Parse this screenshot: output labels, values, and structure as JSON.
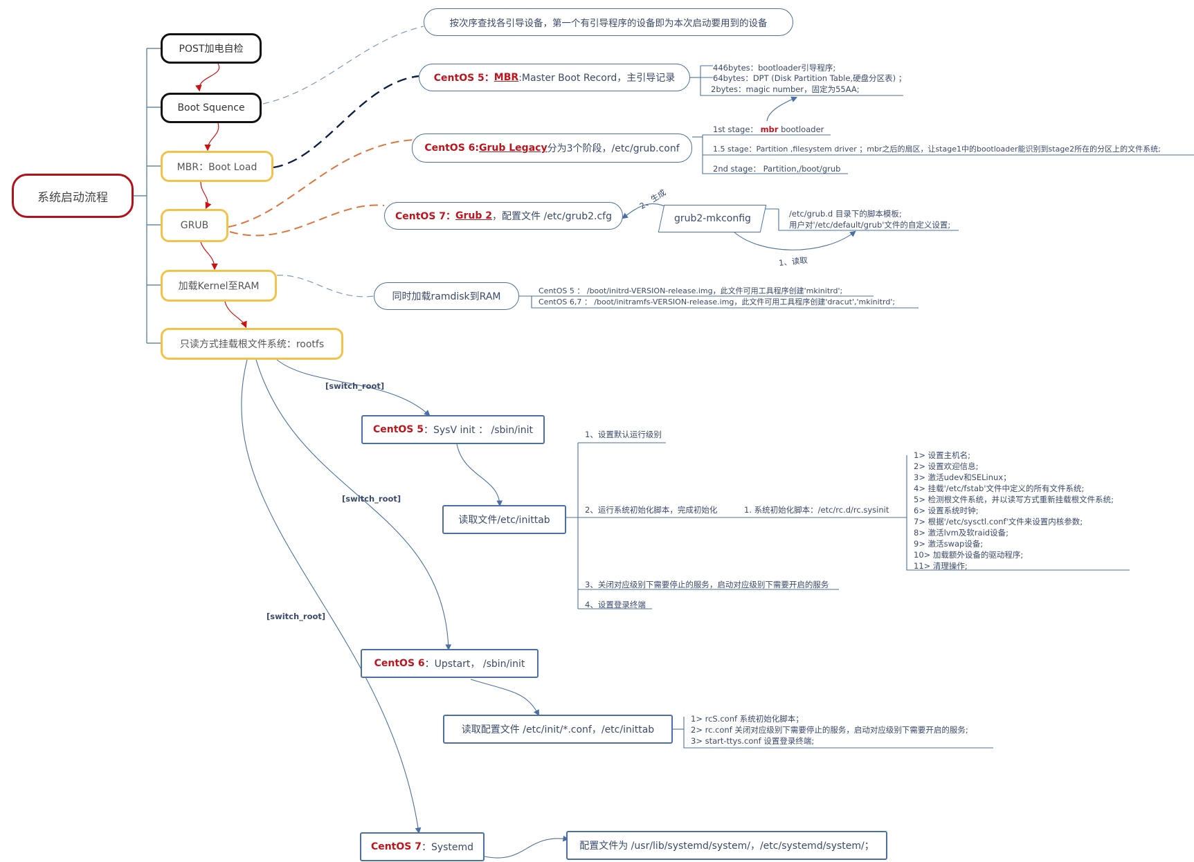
{
  "root": "系统启动流程",
  "stages": {
    "post": "POST加电自检",
    "boot_sequence": "Boot Squence",
    "mbr": "MBR：Boot Load",
    "grub": "GRUB",
    "kernel": "加载Kernel至RAM",
    "rootfs": "只读方式挂载根文件系统：rootfs"
  },
  "boot_sequence_note": "按次序查找各引导设备，第一个有引导程序的设备即为本次启动要用到的设备",
  "mbr_node": {
    "prefix": "CentOS 5：",
    "key": "MBR",
    "rest": ":Master Boot Record，主引导记录"
  },
  "mbr_details": [
    "446bytes：bootloader引导程序;",
    "64bytes：DPT (Disk Partition Table,硬盘分区表) ；",
    "2bytes：magic number，固定为55AA;"
  ],
  "grub6_node": {
    "prefix": "CentOS 6: ",
    "key": "Grub Legacy",
    "rest": "分为3个阶段，/etc/grub.conf"
  },
  "grub6_stages": {
    "s1_prefix": "1st stage： ",
    "s1_key": "mbr",
    "s1_rest": "  bootloader",
    "s15": "1.5 stage：Partition ,filesystem driver ；mbr之后的扇区，让stage1中的bootloader能识别到stage2所在的分区上的文件系统;",
    "s2": "2nd stage： Partition,/boot/grub"
  },
  "grub7_node": {
    "prefix": "CentOS 7：",
    "key": "Grub 2",
    "rest": "，配置文件 /etc/grub2.cfg"
  },
  "grub2_mkconfig": "grub2-mkconfig",
  "grub2_mkconfig_inputs": [
    "/etc/grub.d  目录下的脚本模板;",
    "用户对'/etc/default/grub'文件的自定义设置;"
  ],
  "edge_generate": "2、生成",
  "edge_read": "1、读取",
  "ramdisk_node": "同时加载ramdisk到RAM",
  "ramdisk_details": [
    "CentOS 5    ： /boot/initrd-VERSION-release.img，此文件可用工具程序创建'mkinitrd';",
    "CentOS 6,7 ： /boot/initramfs-VERSION-release.img，此文件可用工具程序创建'dracut','mkinitrd';"
  ],
  "switch_root": "[switch_root]",
  "c5_init": {
    "prefix": "CentOS 5",
    "rest": "：SysV init  ：  /sbin/init"
  },
  "c5_inittab": "读取文件/etc/inittab",
  "c5_steps": {
    "s1": "1、设置默认运行级别",
    "s2": "2、运行系统初始化脚本，完成初始化",
    "s2_sub": "1. 系统初始化脚本：/etc/rc.d/rc.sysinit",
    "s3": "3、关闭对应级别下需要停止的服务，启动对应级别下需要开启的服务",
    "s4": "4、设置登录终端"
  },
  "sysinit_steps": [
    "1>  设置主机名;",
    "2>  设置欢迎信息;",
    "3>  激活udev和SELinux；",
    "4>  挂载'/etc/fstab'文件中定义的所有文件系统;",
    "5>  检测根文件系统，并以读写方式重新挂载根文件系统;",
    "6>  设置系统时钟;",
    "7>  根据'/etc/sysctl.conf'文件来设置内核参数;",
    "8>  激活lvm及软raid设备;",
    "9>   激活swap设备;",
    "10>  加载额外设备的驱动程序;",
    "11>  清理操作;"
  ],
  "c6_init": {
    "prefix": "CentOS 6",
    "rest": "：Upstart，  /sbin/init"
  },
  "c6_conf": "读取配置文件 /etc/init/*.conf，/etc/inittab",
  "c6_details": [
    "1>  rcS.conf   系统初始化脚本；",
    "2>  rc.conf   关闭对应级别下需要停止的服务，启动对应级别下需要开启的服务;",
    "3> start-ttys.conf  设置登录终端;"
  ],
  "c7_init": {
    "prefix": "CentOS 7",
    "rest": "：Systemd"
  },
  "c7_conf": "配置文件为 /usr/lib/systemd/system/，/etc/systemd/system/；",
  "colors": {
    "root_border": "#b3111a",
    "stage_black": "#111111",
    "stage_yellow": "#f2c24b",
    "blue": "#4a6fa5",
    "navy": "#0d1f45",
    "orange": "#e0733a",
    "red": "#d01010",
    "dash_blue": "#7f98bf"
  }
}
